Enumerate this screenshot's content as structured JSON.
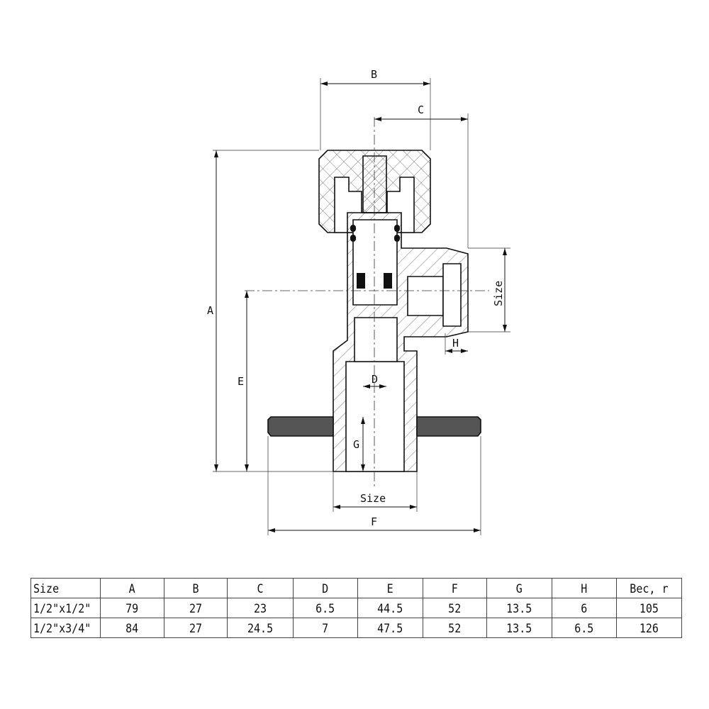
{
  "drawing": {
    "labels": {
      "B": "B",
      "C": "C",
      "A": "A",
      "E": "E",
      "size_side": "Size",
      "H": "H",
      "D": "D",
      "G": "G",
      "size_bottom": "Size",
      "F": "F"
    }
  },
  "table": {
    "headers": [
      "Size",
      "A",
      "B",
      "C",
      "D",
      "E",
      "F",
      "G",
      "H",
      "Bec, r"
    ],
    "rows": [
      [
        "1/2\"x1/2\"",
        "79",
        "27",
        "23",
        "6.5",
        "44.5",
        "52",
        "13.5",
        "6",
        "105"
      ],
      [
        "1/2\"x3/4\"",
        "84",
        "27",
        "24.5",
        "7",
        "47.5",
        "52",
        "13.5",
        "6.5",
        "126"
      ]
    ]
  }
}
